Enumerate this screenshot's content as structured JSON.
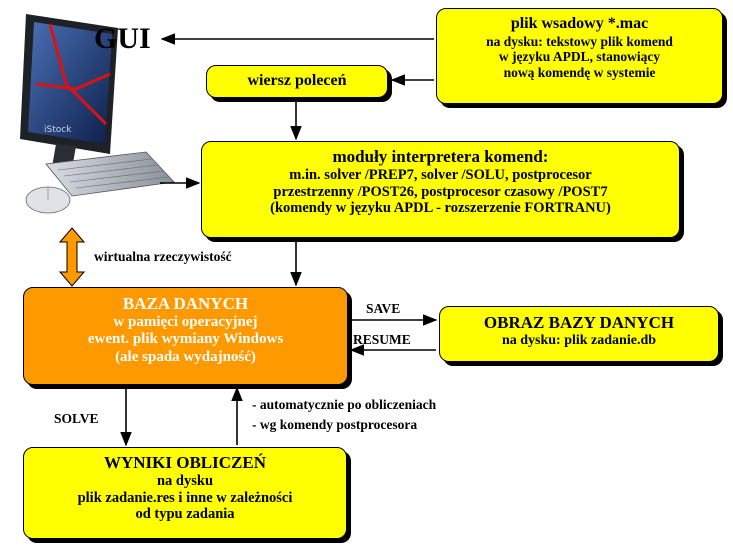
{
  "nodes": {
    "gui": {
      "label": "GUI"
    },
    "batch_file": {
      "title": "plik wsadowy *.mac",
      "lines": [
        "na dysku: tekstowy plik komend",
        "w języku APDL, stanowiący",
        "nową komendę w systemie"
      ]
    },
    "command_line": {
      "label": "wiersz poleceń"
    },
    "interpreter": {
      "title": "moduły interpretera komend:",
      "lines": [
        "m.in. solver /PREP7, solver /SOLU, postprocesor",
        "przestrzenny /POST26,  postprocesor czasowy /POST7",
        "(komendy w języku APDL - rozszerzenie FORTRANU)"
      ]
    },
    "database": {
      "title": "BAZA DANYCH",
      "lines": [
        "w pamięci operacyjnej",
        "ewent. plik wymiany Windows",
        "(ale spada wydajność)"
      ]
    },
    "db_image": {
      "title": "OBRAZ BAZY DANYCH",
      "subtitle": "na dysku: plik zadanie.db"
    },
    "results": {
      "title": "WYNIKI OBLICZEŃ",
      "lines": [
        "na dysku",
        "plik zadanie.res i inne w zależności",
        "od typu zadania"
      ]
    }
  },
  "edge_labels": {
    "virtual_reality": "wirtualna rzeczywistość",
    "save": "SAVE",
    "resume": "RESUME",
    "solve": "SOLVE",
    "auto_1": "- automatycznie po obliczeniach",
    "auto_2": "- wg komendy postprocesora"
  },
  "image": {
    "watermark": "iStock"
  },
  "colors": {
    "box_yellow": "#ffff00",
    "box_orange": "#ff9900",
    "arrow_orange": "#ff9900"
  }
}
